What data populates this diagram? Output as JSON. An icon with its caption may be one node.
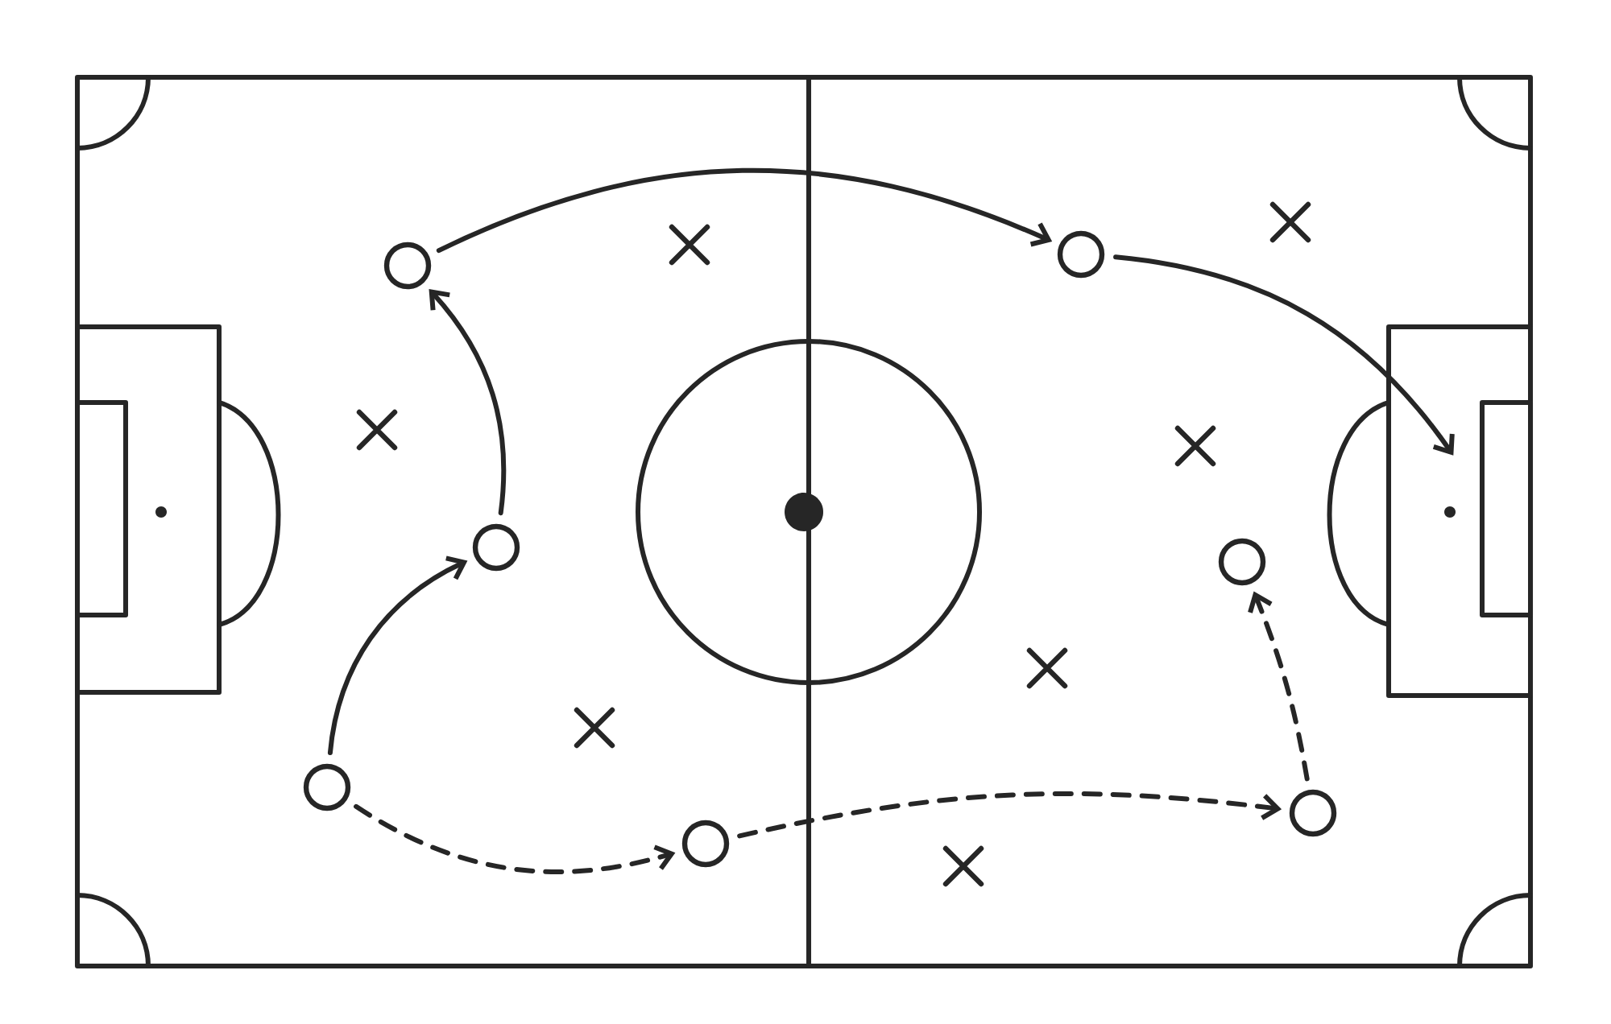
{
  "diagram": {
    "nodes": [
      {
        "text": [],
        "shape": "circle"
      },
      {
        "text": [],
        "shape": "circle"
      },
      {
        "text": [],
        "shape": "circle"
      },
      {
        "text": [],
        "shape": "circle"
      },
      {
        "text": [],
        "shape": "circle"
      },
      {
        "text": [],
        "shape": "circle"
      },
      {
        "text": [],
        "shape": "circle"
      }
    ],
    "edges": [
      {
        "from": 2,
        "to": 1,
        "arrow": "to"
      },
      {
        "from": 1,
        "to": 0,
        "arrow": "to"
      },
      {
        "from": 0,
        "to": 4,
        "arrow": "to"
      },
      {
        "from": 4,
        "to": null,
        "arrow": "to"
      },
      {
        "from": 2,
        "to": 3,
        "arrow": "to",
        "style": "dashed"
      },
      {
        "from": 3,
        "to": 6,
        "arrow": "to",
        "style": "dashed"
      },
      {
        "from": 6,
        "to": 5,
        "arrow": "to",
        "style": "dashed"
      }
    ]
  }
}
